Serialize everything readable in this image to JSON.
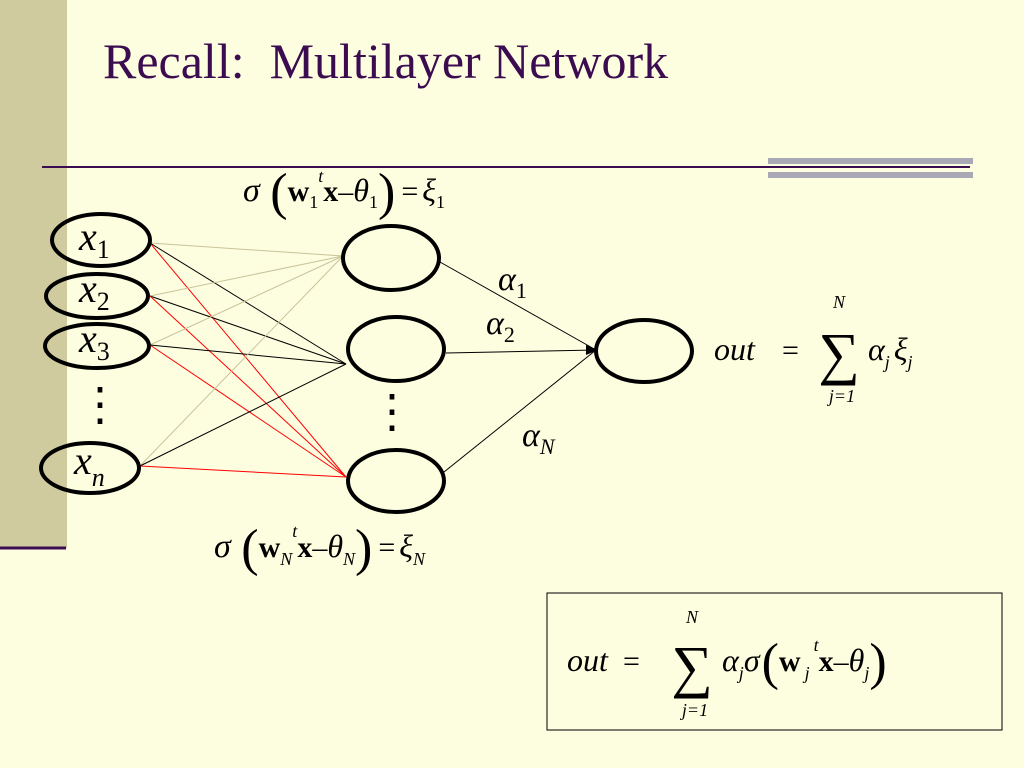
{
  "slide": {
    "title": "Recall:  Multilayer Network",
    "colors": {
      "background": "#fdfde0",
      "title": "#3b0c4f",
      "sidebar": "#cfcb9e",
      "accent_line": "#3b0c4f",
      "red_edges": "#ff0000",
      "tan_edges": "#c8c49a"
    }
  },
  "diagram": {
    "inputs": [
      {
        "base": "x",
        "sub": "1"
      },
      {
        "base": "x",
        "sub": "2"
      },
      {
        "base": "x",
        "sub": "3"
      },
      {
        "base": "x",
        "sub": "n"
      }
    ],
    "input_ellipsis": "⋮",
    "hidden_ellipsis": "⋮",
    "weights": [
      {
        "base": "α",
        "sub": "1"
      },
      {
        "base": "α",
        "sub": "2"
      },
      {
        "base": "α",
        "sub": "N"
      }
    ]
  },
  "equations": {
    "top": {
      "sigma": "σ",
      "w": "w",
      "w_sub": "1",
      "t": "t",
      "x": "x",
      "minus": "–",
      "theta": "θ",
      "theta_sub": "1",
      "eq": "=",
      "xi": "ξ",
      "xi_sub": "1"
    },
    "bottom": {
      "sigma": "σ",
      "w": "w",
      "w_sub": "N",
      "t": "t",
      "x": "x",
      "minus": "–",
      "theta": "θ",
      "theta_sub": "N",
      "eq": "=",
      "xi": "ξ",
      "xi_sub": "N"
    },
    "out1": {
      "out": "out",
      "eq": "=",
      "sum": "∑",
      "upper": "N",
      "lower": "j=1",
      "alpha": "α",
      "alpha_sub": "j",
      "xi": "ξ",
      "xi_sub": "j"
    },
    "out2": {
      "out": "out",
      "eq": "=",
      "sum": "∑",
      "upper": "N",
      "lower": "j=1",
      "alpha": "α",
      "alpha_sub": "j",
      "sigma": "σ",
      "w": "w",
      "w_sub": "j",
      "t": "t",
      "x": "x",
      "minus": "–",
      "theta": "θ",
      "theta_sub": "j"
    }
  }
}
